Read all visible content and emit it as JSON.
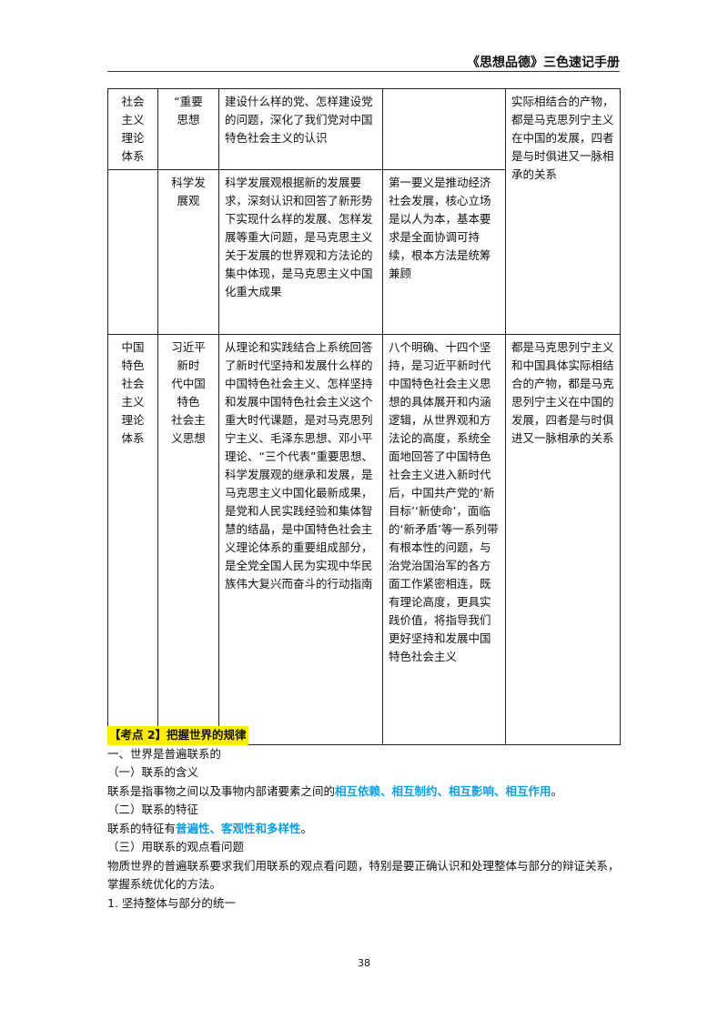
{
  "header": {
    "title": "《思想品德》三色速记手册"
  },
  "table": {
    "row1": {
      "system": "社会\n主义\n理论\n体系",
      "thought": "“重要\n思想",
      "content": "建设什么样的党、怎样建设党的问题，深化了我们党对中国特色社会主义的认识",
      "core": "",
      "relation": "实际相结合的产物，都是马克思列宁主义在中国的发展，四者是与时俱进又一脉相承的关系"
    },
    "row2": {
      "thought": "科学发\n展观",
      "content": "科学发展观根据新的发展要求，深刻认识和回答了新形势下实现什么样的发展、怎样发展等重大问题，是马克思主义关于发展的世界观和方法论的集中体现，是马克思主义中国化重大成果",
      "core": "第一要义是推动经济社会发展，核心立场是以人为本，基本要求是全面协调可持续，根本方法是统筹兼顾"
    },
    "row3": {
      "system": "中国\n特色\n社会\n主义\n理论\n体系",
      "thought": "习近平\n新时\n代中国\n特色\n社会主\n义思想",
      "content": "从理论和实践结合上系统回答了新时代坚持和发展什么样的中国特色社会主义、怎样坚持和发展中国特色社会主义这个重大时代课题，是对马克思列宁主义、毛泽东思想、邓小平理论、“三个代表”重要思想、科学发展观的继承和发展，是马克思主义中国化最新成果，是党和人民实践经验和集体智慧的结晶，是中国特色社会主义理论体系的重要组成部分，是全党全国人民为实现中华民族伟大复兴而奋斗的行动指南",
      "core": "八个明确、十四个坚持，是习近平新时代中国特色社会主义思想的具体展开和内涵逻辑，从世界观和方法论的高度，系统全面地回答了中国特色社会主义进入新时代后，中国共产党的‘新目标’‘新使命’，面临的‘新矛盾’等一系列带有根本性的问题，与治党治国治军的各方面工作紧密相连，既有理论高度，更具实践价值，将指导我们更好坚持和发展中国特色社会主义",
      "relation": "都是马克思列宁主义和中国具体实际相结合的产物，都是马克思列宁主义在中国的发展，四者是与时俱进又一脉相承的关系"
    }
  },
  "body": {
    "kaodian": "【考点 2】把握世界的规律",
    "h1": "一、世界是普遍联系的",
    "h1_1": "（一）联系的含义",
    "p1_pre": "联系是指事物之间以及事物内部诸要素之间的",
    "p1_hl": "相互依赖、相互制约、相互影响、相互作用",
    "p1_post": "。",
    "h1_2": "（二）联系的特征",
    "p2_pre": "联系的特征有",
    "p2_hl": "普遍性、客观性和多样性",
    "p2_post": "。",
    "h1_3": "（三）用联系的观点看问题",
    "p3": "物质世界的普遍联系要求我们用联系的观点看问题，特别是要正确认识和处理整体与部分的辩证关系，掌握系统优化的方法。",
    "p4": "1. 坚持整体与部分的统一"
  },
  "page_number": "38",
  "colors": {
    "highlight_text": "#0b9de8",
    "highlight_bg": "#ffeb00"
  }
}
